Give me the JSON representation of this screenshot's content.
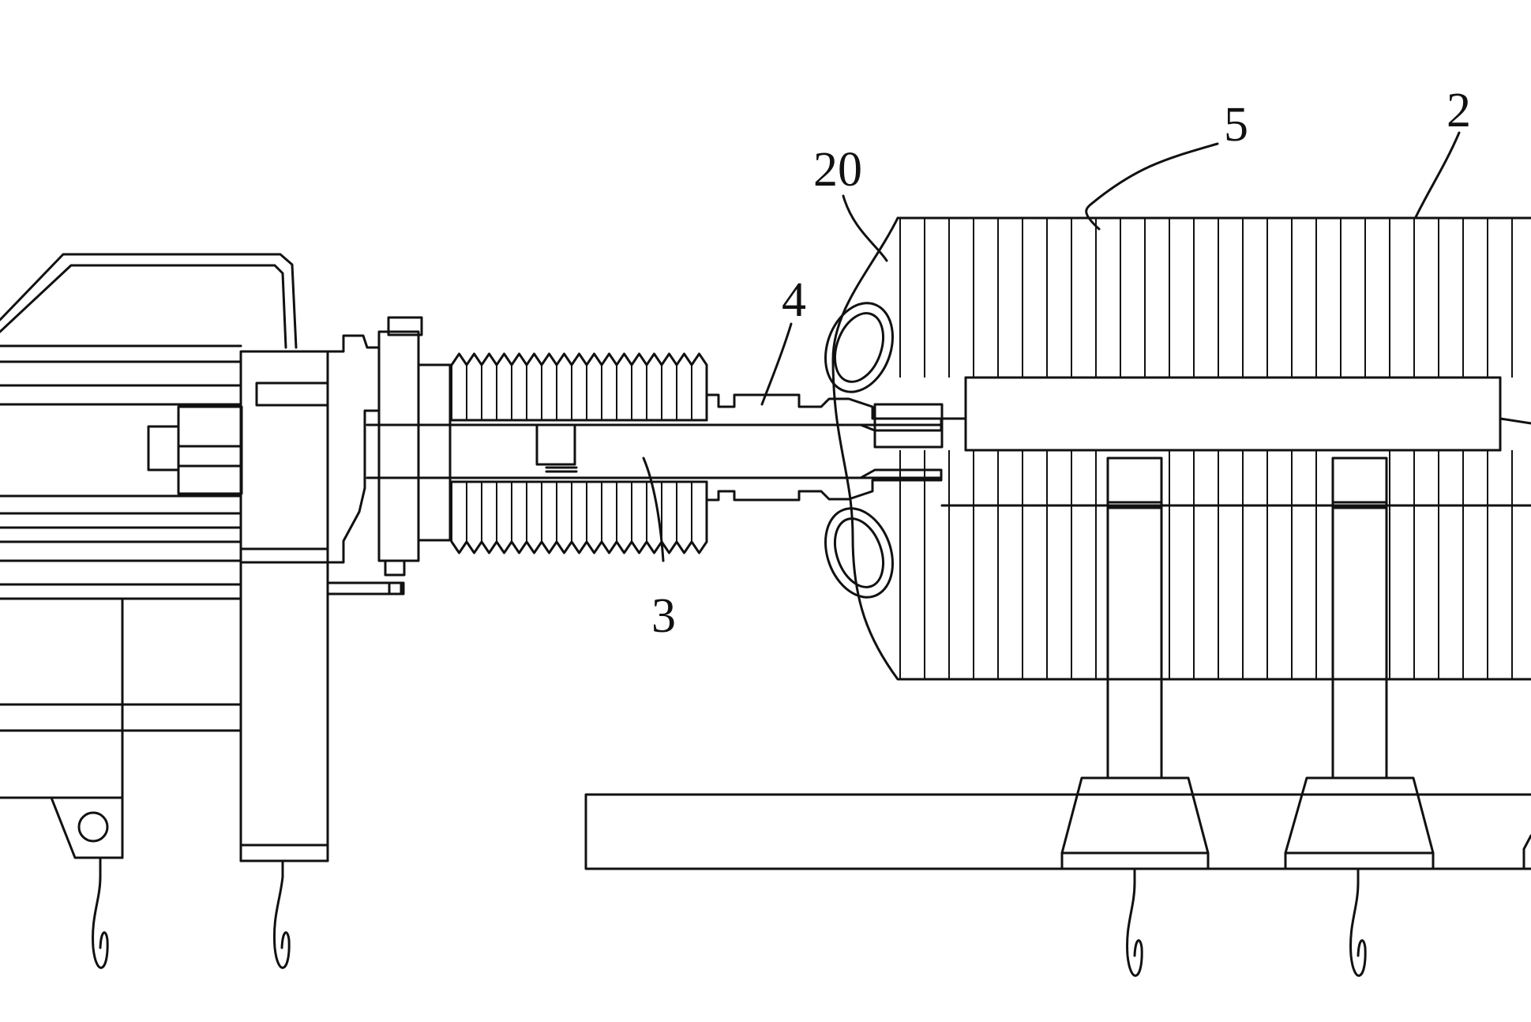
{
  "labels": {
    "ref_20": "20",
    "ref_5": "5",
    "ref_2": "2",
    "ref_4": "4",
    "ref_3": "3"
  },
  "style": {
    "line_color": "#111111",
    "background": "#ffffff"
  }
}
